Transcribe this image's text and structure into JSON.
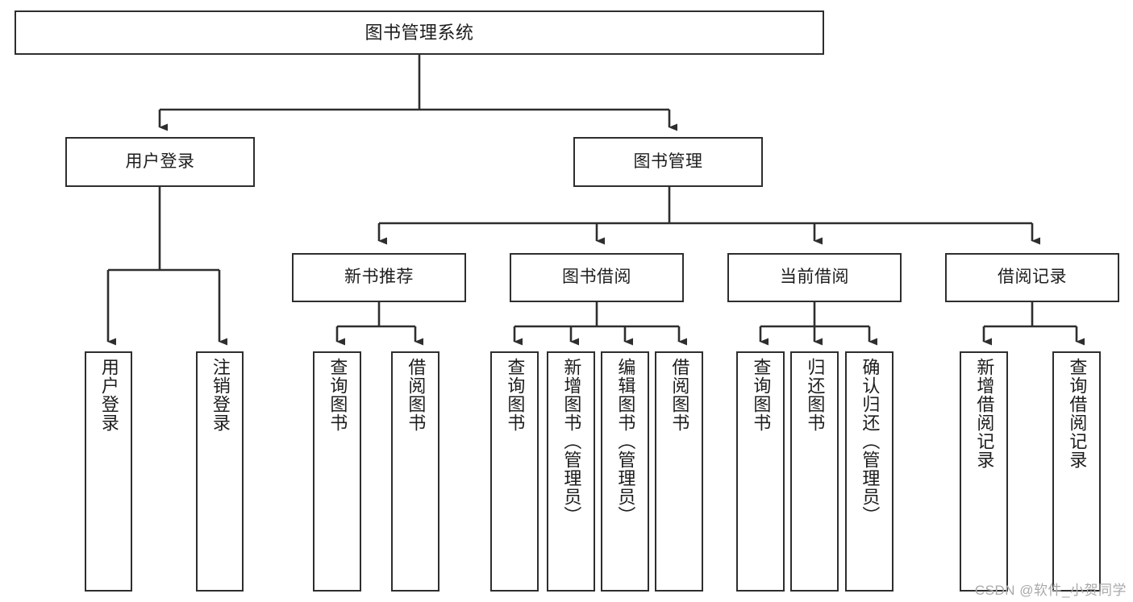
{
  "diagram": {
    "title_text": "图书管理系统",
    "type": "tree-hierarchy",
    "stroke_color": "#2e2e2e",
    "background_color": "#ffffff",
    "text_color": "#1d1d1d"
  },
  "nodes": {
    "root": {
      "label": "图书管理系统",
      "level": 1
    },
    "l2": [
      {
        "id": "user-login",
        "label": "用户登录"
      },
      {
        "id": "book-manage",
        "label": "图书管理"
      }
    ],
    "l3": [
      {
        "id": "new-book-recommend",
        "label": "新书推荐"
      },
      {
        "id": "book-borrow",
        "label": "图书借阅"
      },
      {
        "id": "current-borrow",
        "label": "当前借阅"
      },
      {
        "id": "borrow-record",
        "label": "借阅记录"
      }
    ],
    "leaves": [
      {
        "id": "leaf-user-login",
        "label": "用户登录",
        "parent": "user-login"
      },
      {
        "id": "leaf-user-logout",
        "label": "注销登录",
        "parent": "user-login"
      },
      {
        "id": "leaf-query-book-1",
        "label": "查询图书",
        "parent": "new-book-recommend"
      },
      {
        "id": "leaf-borrow-book-1",
        "label": "借阅图书",
        "parent": "new-book-recommend"
      },
      {
        "id": "leaf-query-book-2",
        "label": "查询图书",
        "parent": "book-borrow"
      },
      {
        "id": "leaf-add-book",
        "label": "新增图书（管理员）",
        "parent": "book-borrow"
      },
      {
        "id": "leaf-edit-book",
        "label": "编辑图书（管理员）",
        "parent": "book-borrow"
      },
      {
        "id": "leaf-borrow-book-2",
        "label": "借阅图书",
        "parent": "book-borrow"
      },
      {
        "id": "leaf-query-book-3",
        "label": "查询图书",
        "parent": "current-borrow"
      },
      {
        "id": "leaf-return-book",
        "label": "归还图书",
        "parent": "current-borrow"
      },
      {
        "id": "leaf-confirm-return",
        "label": "确认归还（管理员）",
        "parent": "current-borrow"
      },
      {
        "id": "leaf-add-record",
        "label": "新增借阅记录",
        "parent": "borrow-record"
      },
      {
        "id": "leaf-query-record",
        "label": "查询借阅记录",
        "parent": "borrow-record"
      }
    ]
  },
  "watermark": {
    "text": "CSDN @软件_小贺同学"
  }
}
